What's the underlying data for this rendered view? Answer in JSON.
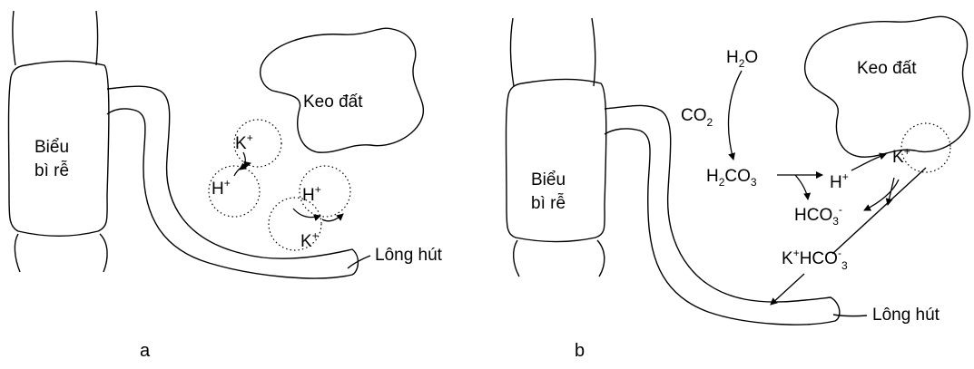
{
  "panel_a": {
    "caption": "a",
    "root_label_line1": "Biểu",
    "root_label_line2": "bì rễ",
    "soil_colloid_label": "Keo đất",
    "root_hair_label": "Lông hút",
    "ions": {
      "k_top": "K",
      "k_top_charge": "+",
      "h_left": "H",
      "h_left_charge": "+",
      "h_right": "H",
      "h_right_charge": "+",
      "k_bottom": "K",
      "k_bottom_charge": "+"
    }
  },
  "panel_b": {
    "caption": "b",
    "root_label_line1": "Biểu",
    "root_label_line2": "bì rễ",
    "soil_colloid_label": "Keo đất",
    "root_hair_label": "Lông hút",
    "water": {
      "h": "H",
      "sub": "2",
      "o": "O"
    },
    "co2": {
      "co": "CO",
      "sub": "2"
    },
    "carbonic_acid": {
      "h": "H",
      "sub1": "2",
      "co": "CO",
      "sub2": "3"
    },
    "h_ion": {
      "h": "H",
      "charge": "+"
    },
    "k_ion": {
      "k": "K",
      "charge": "+"
    },
    "bicarbonate": {
      "hco": "HCO",
      "sub": "3",
      "charge": "-"
    },
    "potassium_bicarbonate": {
      "k": "K",
      "k_charge": "+",
      "hco": "HCO",
      "charge": "-",
      "sub": "3"
    }
  }
}
